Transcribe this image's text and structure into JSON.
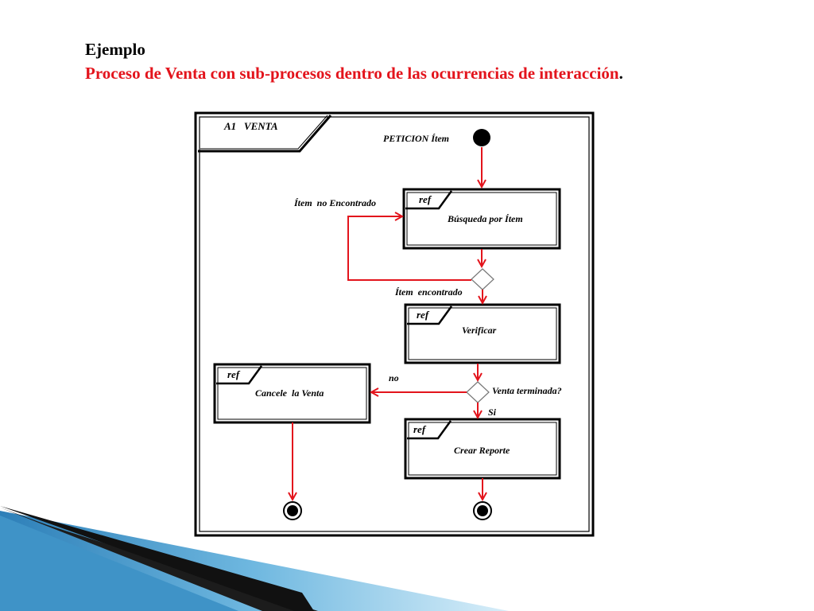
{
  "slide": {
    "title": "Ejemplo",
    "subtitle": "Proceso de Venta con sub-procesos dentro de las ocurrencias de interacción",
    "subtitle_end": "."
  },
  "diagram": {
    "frame_label": "A1   VENTA",
    "start_label": "PETICION Ítem",
    "ref_tag": "ref",
    "boxes": {
      "busqueda": "Búsqueda por Ítem",
      "verificar": "Verificar",
      "cancele": "Cancele  la Venta",
      "crear_reporte": "Crear Reporte"
    },
    "guards": {
      "not_found": "Ítem  no Encontrado",
      "found": "Ítem  encontrado",
      "no": "no",
      "question": "Venta terminada?",
      "si": "Si"
    }
  },
  "colors": {
    "flow": "#e3141c",
    "subtitle": "#e3141c",
    "ribbon_dark": "#1c1c1c",
    "ribbon_blue": "#3a8fc4",
    "ribbon_light": "#bfe0f2"
  }
}
